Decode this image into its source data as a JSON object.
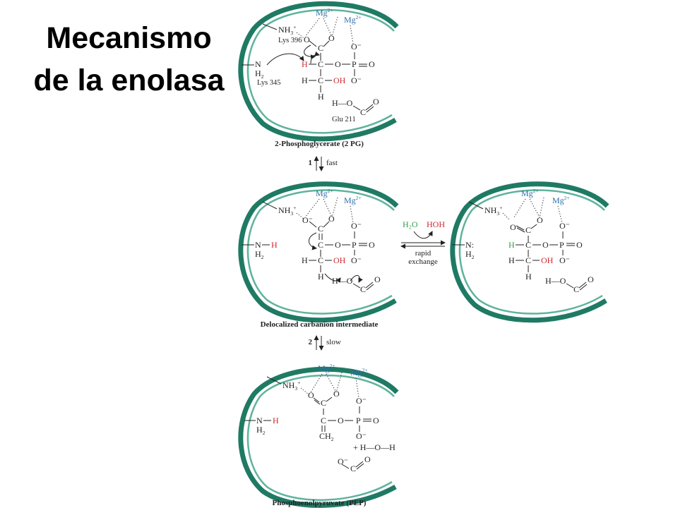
{
  "title": {
    "line1": "Mecanismo",
    "line2": "de la enolasa"
  },
  "colors": {
    "pocket": "#1f7a64",
    "magnesium": "#2f6fa8",
    "highlight_red": "#d1282e",
    "highlight_green": "#29a24a"
  },
  "stages": {
    "s1": "2-Phosphoglycerate (2 PG)",
    "s2": "Delocalized carbanion intermediate",
    "s3": "Phosphoenolpyruvate (PEP)"
  },
  "steps": {
    "step1": {
      "number": "1",
      "label": "fast"
    },
    "step2": {
      "number": "2",
      "label": "slow"
    },
    "exchange": {
      "line1": "rapid",
      "line2": "exchange",
      "water": "H₂O",
      "hoh": "HOH"
    }
  },
  "residues": {
    "lys396": "Lys 396",
    "lys345": "Lys 345",
    "glu211": "Glu 211"
  },
  "atoms": {
    "mg": "Mg",
    "charge2": "2+",
    "nh3": "NH",
    "nh3sub": "3",
    "plus": "+",
    "n": "N",
    "h2": "H",
    "h2sub": "2",
    "h": "H",
    "o": "O",
    "ominus": "O⁻",
    "c": "C",
    "p": "P",
    "oh": "OH",
    "ch2": "CH",
    "hoh_product": "+ H—O—H"
  }
}
